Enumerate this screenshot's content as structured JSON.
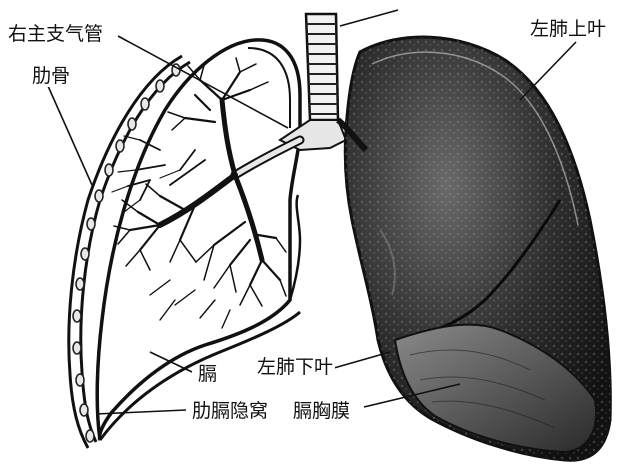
{
  "labels": {
    "right_main_bronchus": "右主支气管",
    "rib": "肋骨",
    "left_upper_lobe": "左肺上叶",
    "left_lower_lobe": "左肺下叶",
    "diaphragm": "膈",
    "costodiaphragmatic_recess": "肋膈隐窝",
    "diaphragmatic_pleura": "膈胸膜"
  }
}
